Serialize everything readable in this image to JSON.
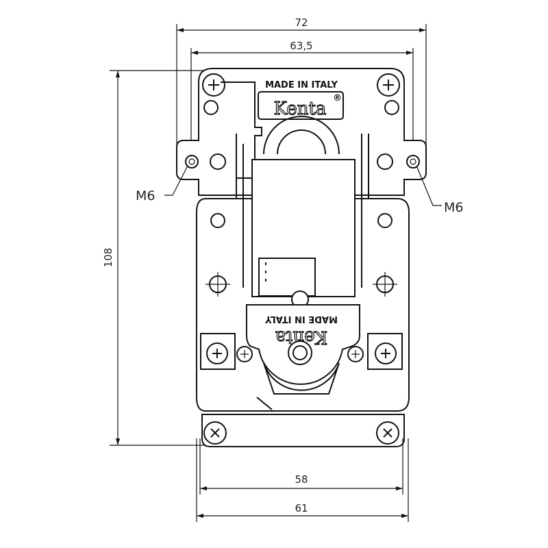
{
  "dimensions": {
    "overall_width": "72",
    "hole_spacing": "63,5",
    "height": "108",
    "base_inner_width": "58",
    "base_outer_width": "61"
  },
  "holes": {
    "left_label": "M6",
    "right_label": "M6"
  },
  "top_plate": {
    "made_in": "MADE IN ITALY",
    "brand": "Kenta",
    "registered_mark": "®"
  },
  "lower_plate": {
    "made_in": "MADE IN ITALY",
    "brand": "Kenta"
  }
}
